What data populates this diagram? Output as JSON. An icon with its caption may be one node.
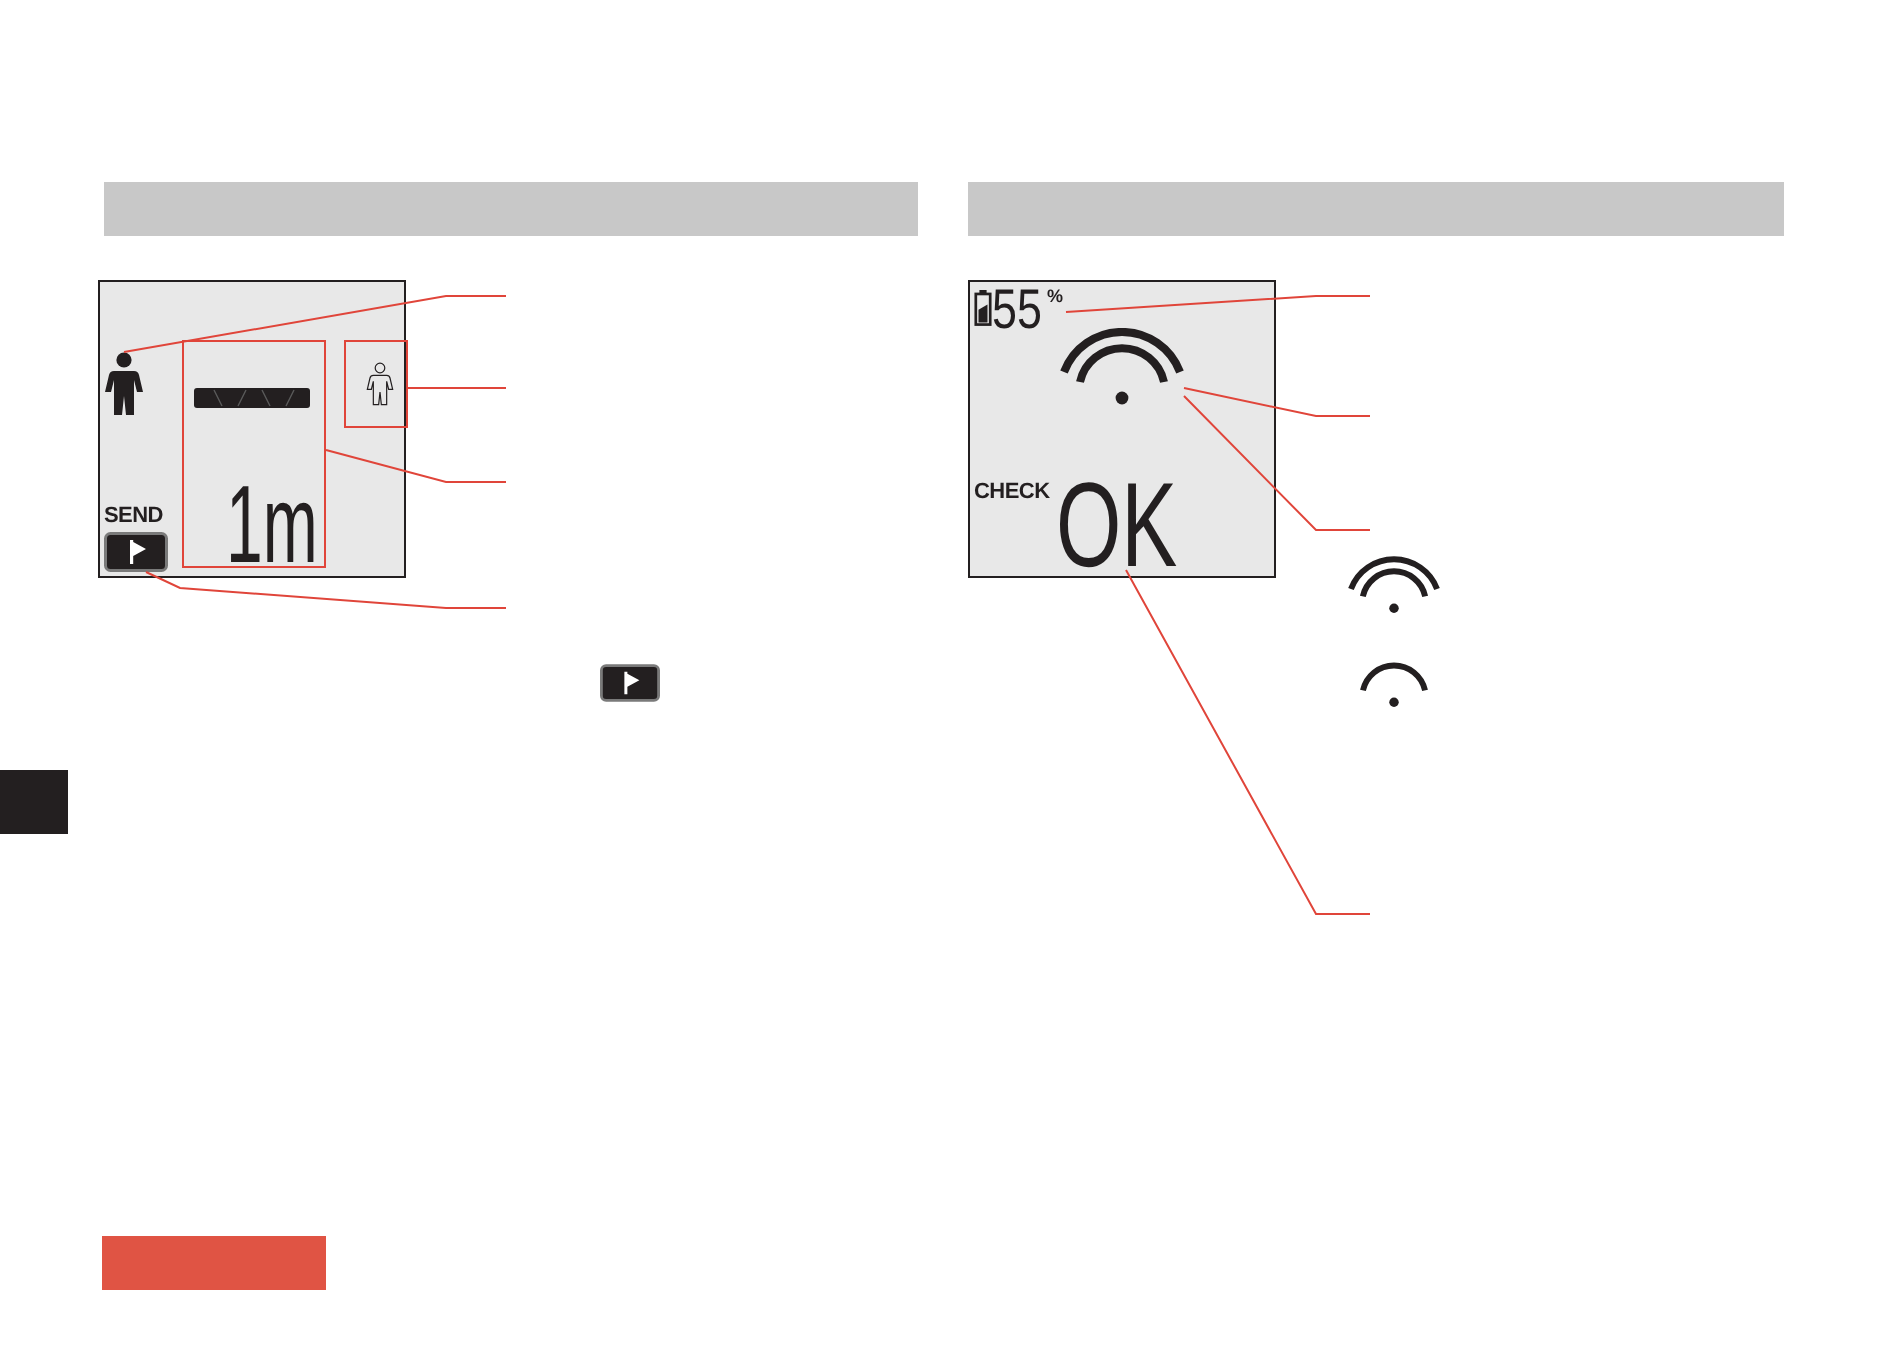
{
  "diagram": {
    "nodes": [
      {
        "text": [
          "SEND"
        ]
      },
      {
        "text": [],
        "shape": "person",
        "in": 0
      },
      {
        "text": [
          "1m"
        ],
        "in": 0
      },
      {
        "text": [],
        "shape": "box",
        "in": 0
      },
      {
        "text": [],
        "shape": "picture",
        "in": 0
      },
      {
        "text": [
          "CHECK"
        ]
      },
      {
        "text": [
          "55",
          "%"
        ],
        "in": 5
      },
      {
        "text": [],
        "shape": "picture",
        "in": 5
      },
      {
        "text": [
          "OK"
        ],
        "in": 5
      }
    ],
    "edges": [
      {
        "from": null,
        "to": 1,
        "arrow": "none"
      },
      {
        "from": null,
        "to": 3,
        "arrow": "none"
      },
      {
        "from": null,
        "to": 2,
        "arrow": "none"
      },
      {
        "from": null,
        "to": 4,
        "arrow": "none"
      },
      {
        "from": null,
        "to": 6,
        "arrow": "none"
      },
      {
        "from": null,
        "to": 7,
        "arrow": "none"
      },
      {
        "from": null,
        "to": 7,
        "arrow": "none"
      },
      {
        "from": null,
        "to": 8,
        "arrow": "none"
      }
    ]
  }
}
